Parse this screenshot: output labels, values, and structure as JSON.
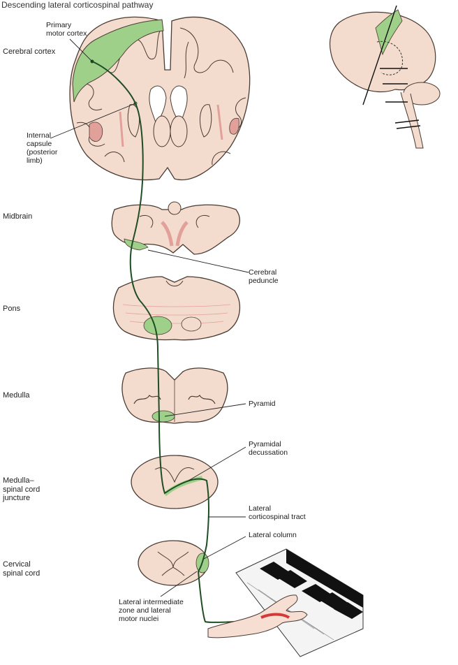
{
  "title": "Descending lateral corticospinal pathway",
  "levels": {
    "cerebral_cortex": "Cerebral cortex",
    "midbrain": "Midbrain",
    "pons": "Pons",
    "medulla": "Medulla",
    "medulla_spinal_cord_juncture": "Medulla–\nspinal cord\njuncture",
    "cervical_spinal_cord": "Cervical\nspinal cord"
  },
  "labels": {
    "primary_motor_cortex": "Primary\nmotor cortex",
    "internal_capsule": "Internal\ncapsule\n(posterior\nlimb)",
    "cerebral_peduncle": "Cerebral\npeduncle",
    "pyramid": "Pyramid",
    "pyramidal_decussation": "Pyramidal\ndecussation",
    "lateral_corticospinal_tract": "Lateral\ncorticospinal tract",
    "lateral_column": "Lateral column",
    "lateral_intermediate_zone": "Lateral intermediate\nzone and lateral\nmotor nuclei"
  },
  "colors": {
    "tissue": "#f3dccd",
    "outline": "#4a3a33",
    "tract_green": "#9fd08a",
    "pathway": "#1f4d24",
    "red_nuclei": "#e2a09a"
  },
  "icons": [
    "brain-lateral-view-inset",
    "hand-on-piano-keys"
  ]
}
